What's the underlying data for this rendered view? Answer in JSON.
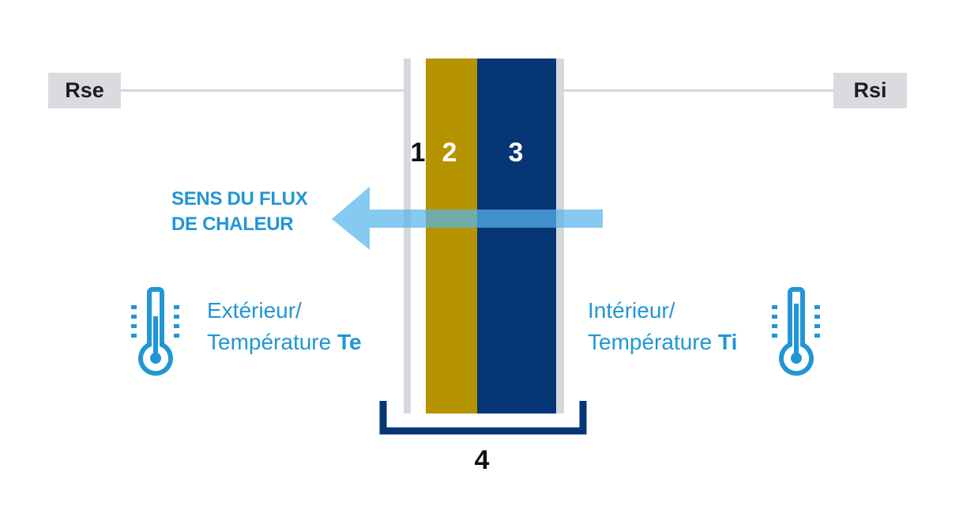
{
  "surface_resistance": {
    "exterior": "Rse",
    "interior": "Rsi"
  },
  "layers": [
    {
      "label": "1",
      "color": "#d5d8dd"
    },
    {
      "label": "2",
      "color": "#b59400"
    },
    {
      "label": "3",
      "color": "#063676"
    }
  ],
  "assembly_label": "4",
  "heat_flow": {
    "line1": "SENS DU FLUX",
    "line2": "DE CHALEUR",
    "color": "#7fc6ee"
  },
  "exterior": {
    "line1": "Extérieur/",
    "line2_prefix": "Température ",
    "line2_symbol": "Te"
  },
  "interior": {
    "line1": "Intérieur/",
    "line2_prefix": "Température ",
    "line2_symbol": "Ti"
  },
  "colors": {
    "accent_blue": "#2196d6",
    "dark_blue": "#063676",
    "gold": "#b59400",
    "light_gray": "#d5d8dd"
  },
  "icons": {
    "exterior_thermometer": "thermometer-icon",
    "interior_thermometer": "thermometer-icon"
  }
}
